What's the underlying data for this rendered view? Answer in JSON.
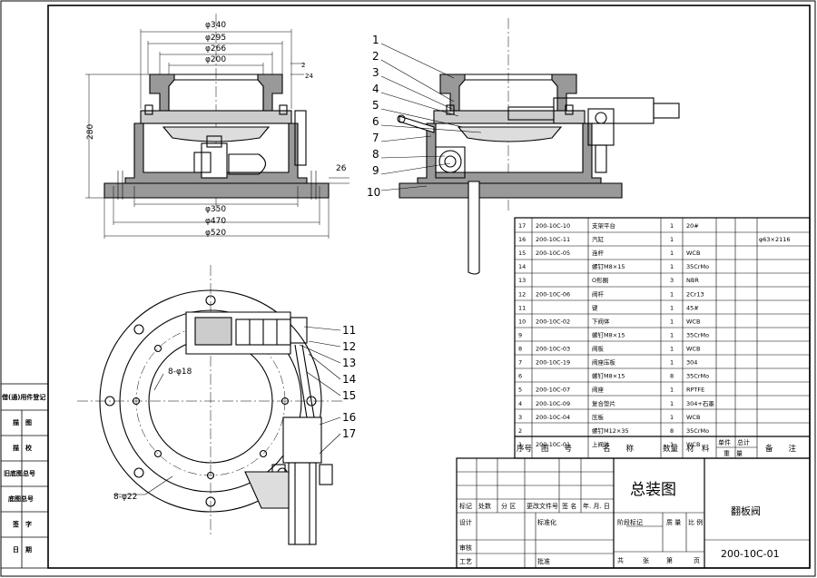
{
  "drawing": {
    "title": "总装图",
    "part_name": "翻板阀",
    "drawing_no": "200-10C-01"
  },
  "dimensions": {
    "d340": "φ340",
    "d295": "φ295",
    "d266": "φ266",
    "d200": "φ200",
    "d350": "φ350",
    "d470": "φ470",
    "d520": "φ520",
    "h280": "280",
    "w26": "26",
    "t2": "2",
    "t24": "24",
    "holes18": "8-φ18",
    "holes22": "8-φ22"
  },
  "balloons_front": [
    "1",
    "2",
    "3",
    "4",
    "5",
    "6",
    "7",
    "8",
    "9",
    "10"
  ],
  "balloons_plan": [
    "11",
    "12",
    "13",
    "14",
    "15",
    "16",
    "17"
  ],
  "bom": {
    "headers": {
      "seq": "序号",
      "code": "图　　号",
      "name": "名　　称",
      "qty": "数量",
      "material": "材　料",
      "unit_weight": "单件",
      "total_weight": "总计",
      "weight": "重　量",
      "remark": "备　　注"
    },
    "rows": [
      {
        "seq": "17",
        "code": "200-10C-10",
        "name": "支架平台",
        "qty": "1",
        "material": "20#",
        "remark": ""
      },
      {
        "seq": "16",
        "code": "200-10C-11",
        "name": "汽缸",
        "qty": "1",
        "material": "",
        "remark": "φ63×2116"
      },
      {
        "seq": "15",
        "code": "200-10C-05",
        "name": "连杆",
        "qty": "1",
        "material": "WCB",
        "remark": ""
      },
      {
        "seq": "14",
        "code": "",
        "name": "螺钉M8×15",
        "qty": "1",
        "material": "35CrMo",
        "remark": ""
      },
      {
        "seq": "13",
        "code": "",
        "name": "O形圈",
        "qty": "3",
        "material": "NBR",
        "remark": ""
      },
      {
        "seq": "12",
        "code": "200-10C-06",
        "name": "阀杆",
        "qty": "1",
        "material": "2Cr13",
        "remark": ""
      },
      {
        "seq": "11",
        "code": "",
        "name": "键",
        "qty": "1",
        "material": "45#",
        "remark": ""
      },
      {
        "seq": "10",
        "code": "200-10C-02",
        "name": "下阀体",
        "qty": "1",
        "material": "WCB",
        "remark": ""
      },
      {
        "seq": "9",
        "code": "",
        "name": "螺钉M8×15",
        "qty": "1",
        "material": "35CrMo",
        "remark": ""
      },
      {
        "seq": "8",
        "code": "200-10C-03",
        "name": "阀板",
        "qty": "1",
        "material": "WCB",
        "remark": ""
      },
      {
        "seq": "7",
        "code": "200-10C-19",
        "name": "阀座压板",
        "qty": "1",
        "material": "304",
        "remark": ""
      },
      {
        "seq": "6",
        "code": "",
        "name": "螺钉M8×15",
        "qty": "8",
        "material": "35CrMo",
        "remark": ""
      },
      {
        "seq": "5",
        "code": "200-10C-07",
        "name": "阀座",
        "qty": "1",
        "material": "RPTFE",
        "remark": ""
      },
      {
        "seq": "4",
        "code": "200-10C-09",
        "name": "复合垫片",
        "qty": "1",
        "material": "304+石墨",
        "remark": ""
      },
      {
        "seq": "3",
        "code": "200-10C-04",
        "name": "压板",
        "qty": "1",
        "material": "WCB",
        "remark": ""
      },
      {
        "seq": "2",
        "code": "",
        "name": "螺钉M12×35",
        "qty": "8",
        "material": "35CrMo",
        "remark": ""
      },
      {
        "seq": "1",
        "code": "200-10C-01",
        "name": "上阀体",
        "qty": "1",
        "material": "WCB",
        "remark": ""
      }
    ]
  },
  "title_block": {
    "mark": "标记",
    "count": "处数",
    "zone": "分 区",
    "change_doc": "更改文件号",
    "sign": "签 名",
    "date": "年. 月. 日",
    "design": "设计",
    "standard": "标准化",
    "stage_mark": "阶段标记",
    "weight": "质 量",
    "scale": "比 例",
    "check": "审核",
    "process": "工艺",
    "approve": "批准",
    "total": "共",
    "sheets": "张",
    "sheet_no": "第",
    "page": "页"
  },
  "left_strip": [
    "借(通)用件登记",
    "描　图",
    "描　校",
    "旧底图总号",
    "底图总号",
    "签　字",
    "日　期"
  ]
}
